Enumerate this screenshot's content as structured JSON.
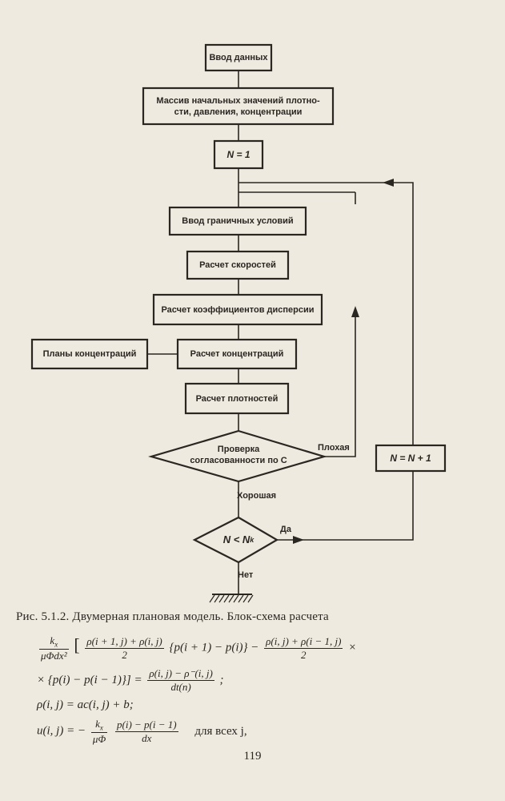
{
  "flowchart": {
    "input_data": "Ввод данных",
    "initial_arrays": "Массив начальных значений плотно-\nсти, давления, концентрации",
    "n_init": "N = 1",
    "boundary_input": "Ввод граничных условий",
    "velocities": "Расчет скоростей",
    "dispersion": "Расчет коэффициентов дисперсии",
    "concentration": "Расчет концентраций",
    "concentration_plans": "Планы концентраций",
    "densities": "Расчет плотностей",
    "consistency_check": "Проверка\nсогласованности по C",
    "bad_label": "Плохая",
    "good_label": "Хорошая",
    "n_increment": "N = N + 1",
    "n_compare": "N < N",
    "n_compare_sub": "k",
    "yes_label": "Да",
    "no_label": "Нет"
  },
  "caption": "Рис. 5.1.2. Двумерная плановая модель. Блок-схема расчета",
  "formulas": {
    "f1_coef_num": "k",
    "f1_coef_num_sub": "x",
    "f1_coef_den": "μΦdx²",
    "f1_frac1_num": "ρ(i + 1, j) + ρ(i, j)",
    "f1_frac1_den": "2",
    "f1_mid": "{p(i + 1) − p(i)} −",
    "f1_frac2_num": "ρ(i, j) + ρ(i − 1, j)",
    "f1_frac2_den": "2",
    "f1_tail": "×",
    "f2_lead": "× {p(i) − p(i − 1)}] =",
    "f2_frac_num": "ρ(i, j) − ρ⁻(i, j)",
    "f2_frac_den": "dt(n)",
    "f2_tail": ";",
    "f3": "ρ(i, j) = ac(i, j) + b;",
    "f4_lead": "u(i, j) = −",
    "f4_coef_num": "k",
    "f4_coef_num_sub": "x",
    "f4_coef_den": "μΦ",
    "f4_frac_num": "p(i) − p(i − 1)",
    "f4_frac_den": "dx",
    "f4_tail": "для всех j,"
  },
  "page_number": "119",
  "colors": {
    "paper": "#efeadf",
    "ink": "#2a2622"
  }
}
